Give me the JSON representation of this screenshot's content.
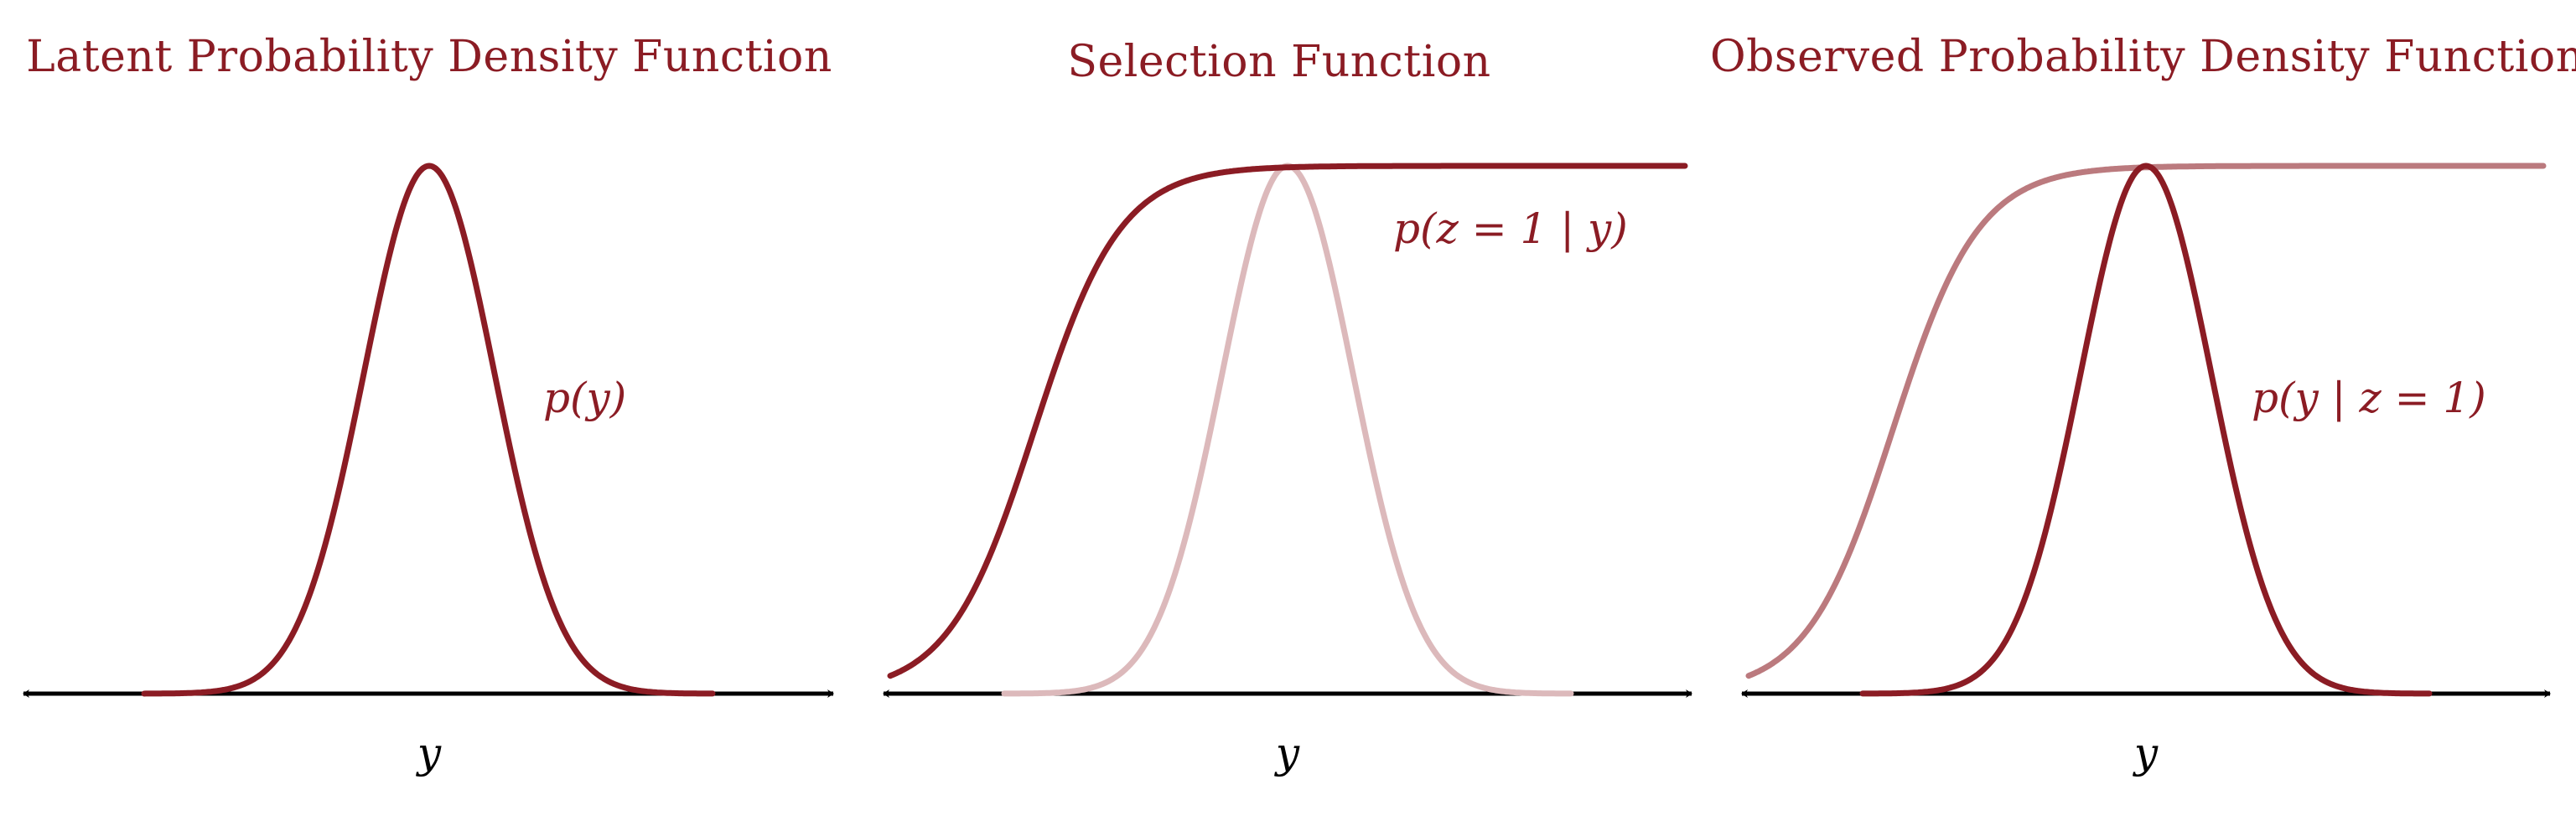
{
  "colors": {
    "curve": "#8b1c24",
    "curve_faded": "#dcb9bb",
    "curve_mid": "#bb7a7e",
    "axis": "#000000"
  },
  "panels": [
    {
      "title": "Latent Probability Density Function",
      "curve_label": "p(y)",
      "axis_label": "y",
      "curves": [
        {
          "name": "latent-density",
          "type": "gaussian",
          "style": "curve"
        }
      ]
    },
    {
      "title": "Selection Function",
      "curve_label": "p(z = 1 | y)",
      "axis_label": "y",
      "curves": [
        {
          "name": "latent-density",
          "type": "gaussian",
          "style": "curve_faded"
        },
        {
          "name": "selection-function",
          "type": "sigmoid",
          "style": "curve"
        }
      ]
    },
    {
      "title": "Observed Probability Density Function",
      "curve_label": "p(y | z = 1)",
      "axis_label": "y",
      "curves": [
        {
          "name": "selection-function",
          "type": "sigmoid",
          "style": "curve_mid"
        },
        {
          "name": "observed-density",
          "type": "gaussian",
          "style": "curve"
        }
      ]
    }
  ]
}
